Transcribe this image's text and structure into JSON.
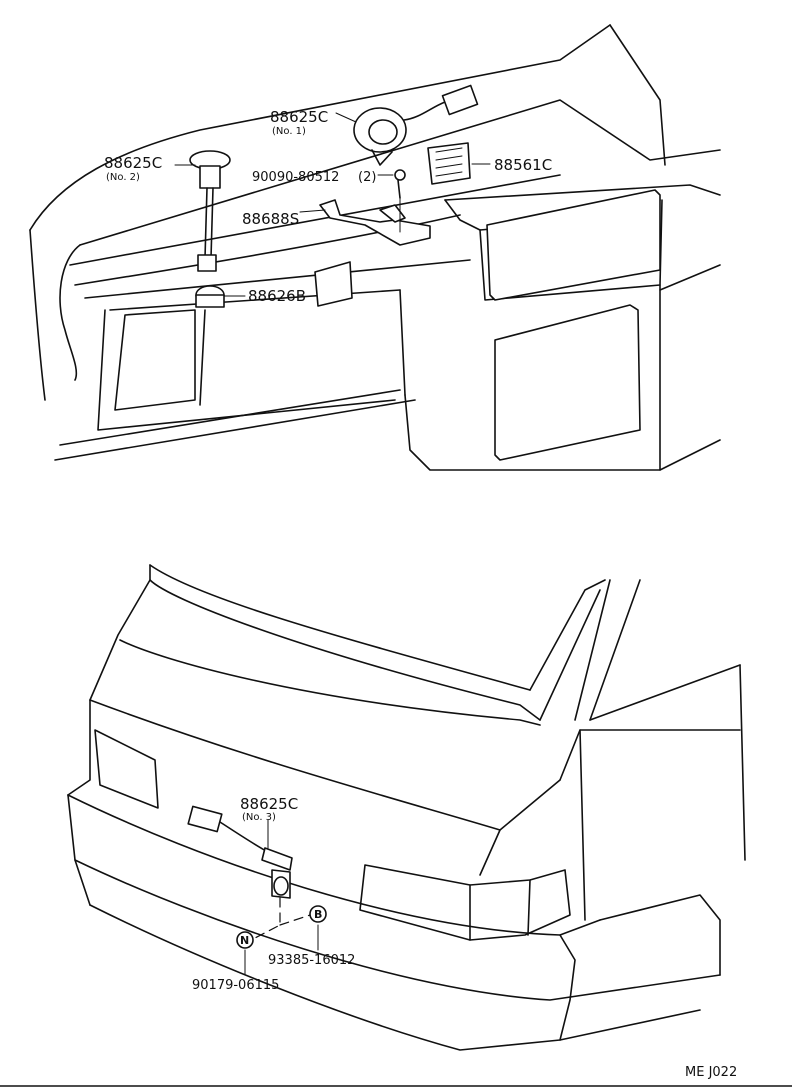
{
  "diagram": {
    "callouts": {
      "p88625c_no1": {
        "part": "88625C",
        "note": "(No. 1)"
      },
      "p88625c_no2": {
        "part": "88625C",
        "note": "(No. 2)"
      },
      "p90090": {
        "part": "90090-80512"
      },
      "qty2": {
        "text": "(2)"
      },
      "p88561c": {
        "part": "88561C"
      },
      "p88688s": {
        "part": "88688S"
      },
      "p88626b": {
        "part": "88626B"
      },
      "p88625c_no3": {
        "part": "88625C",
        "note": "(No. 3)"
      },
      "p93385": {
        "part": "93385-16012",
        "marker": "B"
      },
      "p90179": {
        "part": "90179-06115",
        "marker": "N"
      }
    },
    "reference_code": "ME J022"
  }
}
